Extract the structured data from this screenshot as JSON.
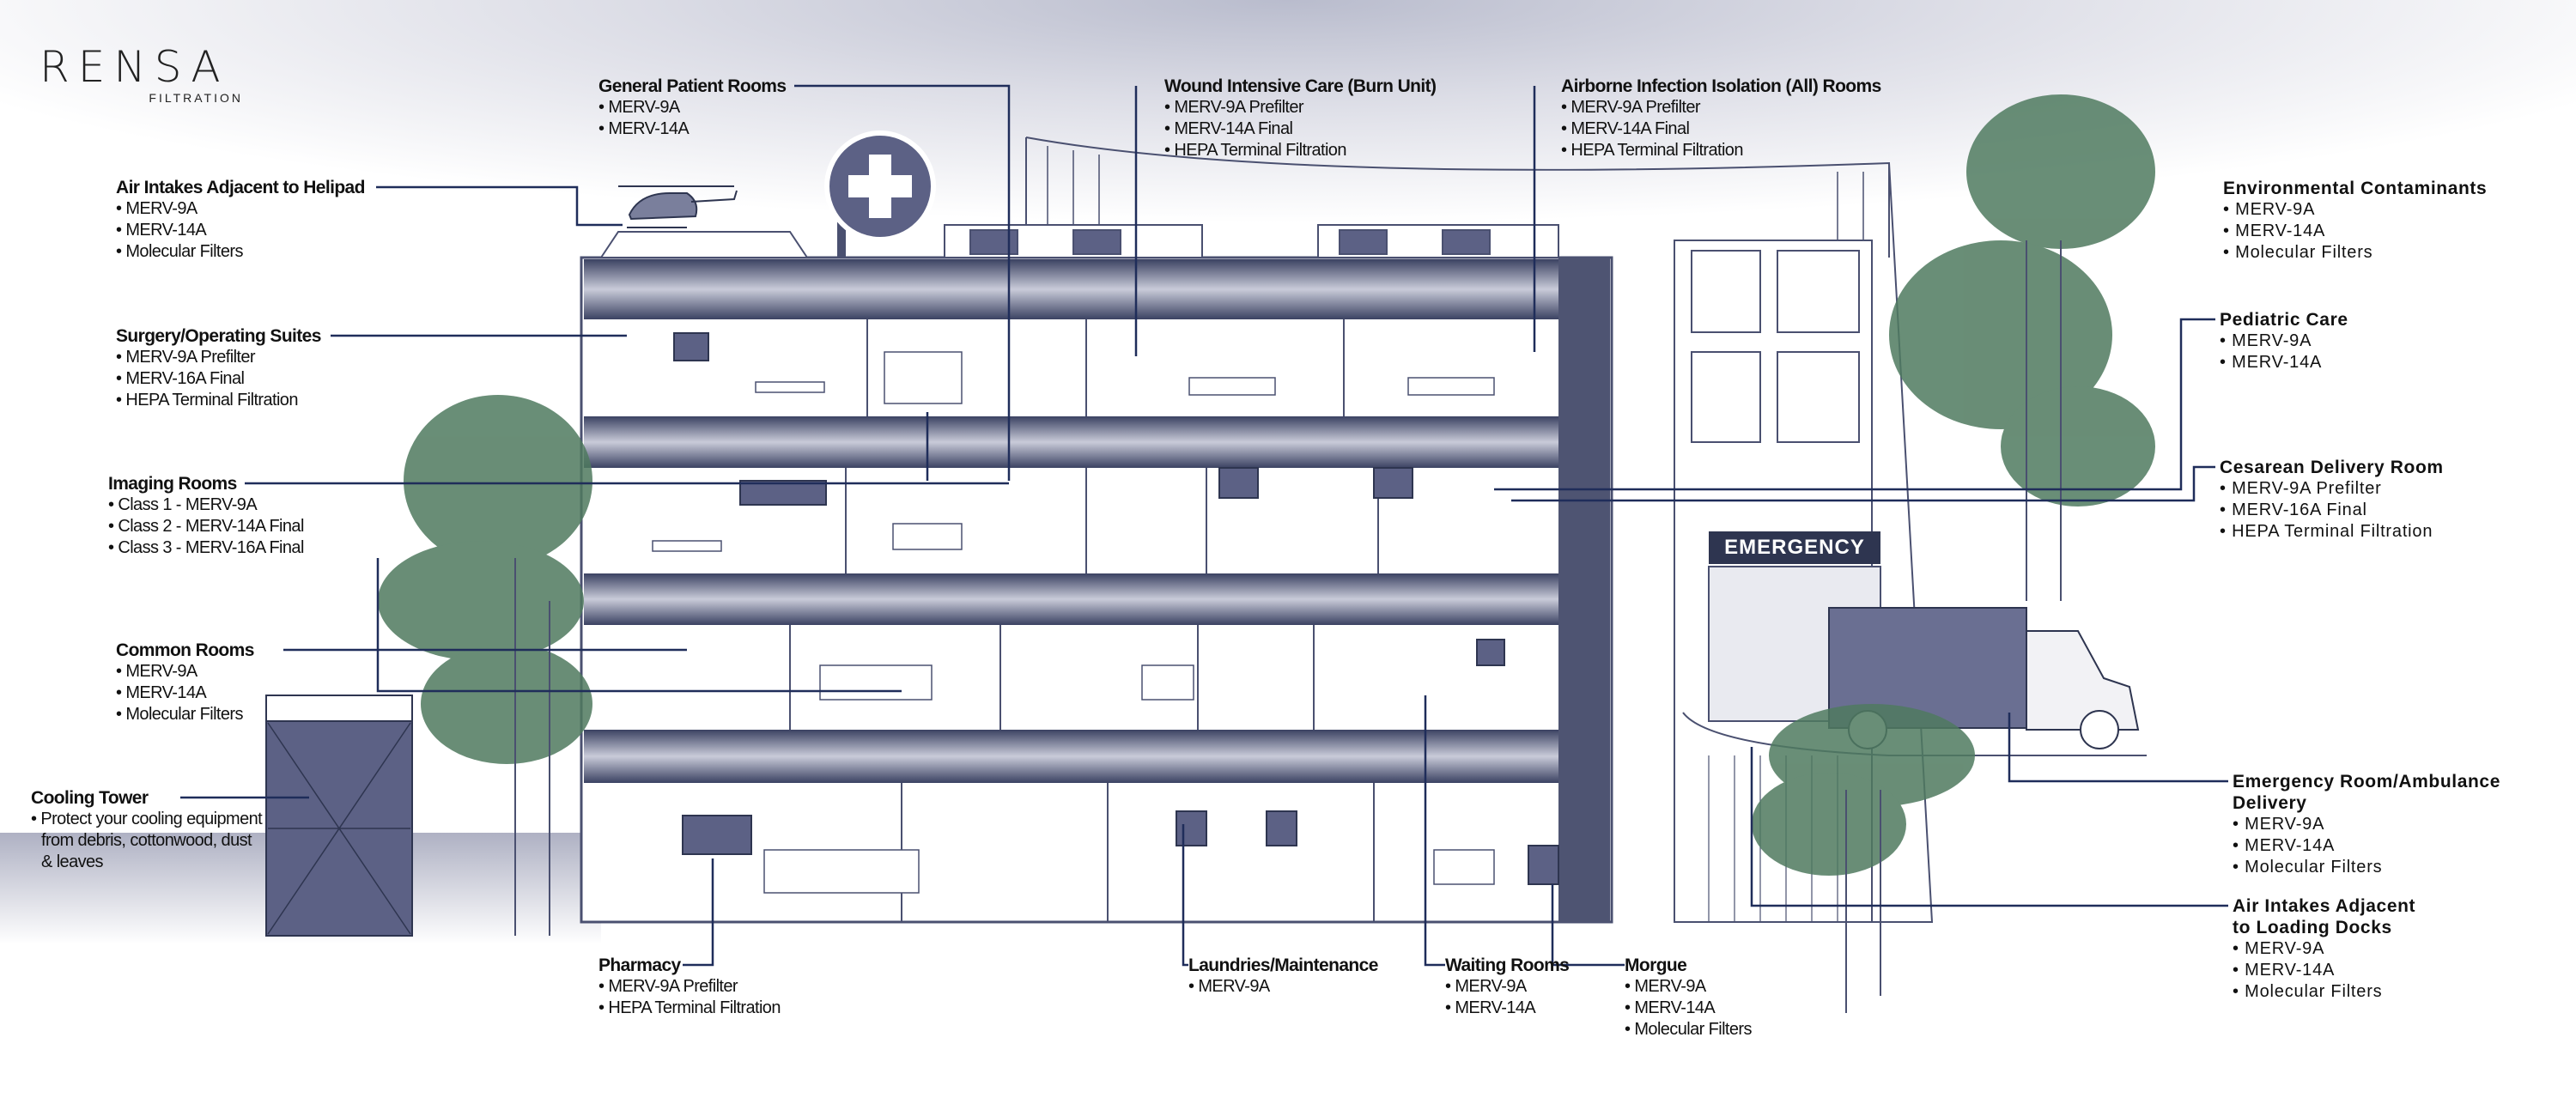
{
  "logo": {
    "word": "RENSA",
    "sub": "FILTRATION"
  },
  "emergency_sign": "EMERGENCY",
  "colors": {
    "leader": "#1f2d5a",
    "building": "#4a5070",
    "filter": "#5c6185",
    "tree": "#4f7a5f"
  },
  "callouts": {
    "general": {
      "title": "General Patient Rooms",
      "items": [
        "MERV-9A",
        "MERV-14A"
      ]
    },
    "wound": {
      "title": "Wound Intensive Care (Burn Unit)",
      "items": [
        "MERV-9A Prefilter",
        "MERV-14A Final",
        "HEPA Terminal Filtration"
      ]
    },
    "airborne": {
      "title": "Airborne Infection Isolation (All) Rooms",
      "items": [
        "MERV-9A Prefilter",
        "MERV-14A Final",
        "HEPA Terminal Filtration"
      ]
    },
    "helipad": {
      "title": "Air Intakes Adjacent to Helipad",
      "items": [
        "MERV-9A",
        "MERV-14A",
        "Molecular Filters"
      ]
    },
    "surgery": {
      "title": "Surgery/Operating Suites",
      "items": [
        "MERV-9A Prefilter",
        "MERV-16A Final",
        "HEPA Terminal Filtration"
      ]
    },
    "imaging": {
      "title": "Imaging Rooms",
      "items": [
        "Class 1 - MERV-9A",
        "Class 2 - MERV-14A Final",
        "Class 3 - MERV-16A Final"
      ]
    },
    "common": {
      "title": "Common Rooms",
      "items": [
        "MERV-9A",
        "MERV-14A",
        "Molecular Filters"
      ]
    },
    "cooling": {
      "title": "Cooling Tower",
      "items": [
        "Protect your cooling equipment from debris, cottonwood, dust & leaves"
      ]
    },
    "pharmacy": {
      "title": "Pharmacy",
      "items": [
        "MERV-9A Prefilter",
        "HEPA Terminal Filtration"
      ]
    },
    "laundries": {
      "title": "Laundries/Maintenance",
      "items": [
        "MERV-9A"
      ]
    },
    "waiting": {
      "title": "Waiting Rooms",
      "items": [
        "MERV-9A",
        "MERV-14A"
      ]
    },
    "morgue": {
      "title": "Morgue",
      "items": [
        "MERV-9A",
        "MERV-14A",
        "Molecular Filters"
      ]
    },
    "env": {
      "title": "Environmental Contaminants",
      "items": [
        "MERV-9A",
        "MERV-14A",
        "Molecular Filters"
      ]
    },
    "pediatric": {
      "title": "Pediatric Care",
      "items": [
        "MERV-9A",
        "MERV-14A"
      ]
    },
    "cesarean": {
      "title": "Cesarean Delivery Room",
      "items": [
        "MERV-9A Prefilter",
        "MERV-16A Final",
        "HEPA Terminal Filtration"
      ]
    },
    "er": {
      "title": "Emergency Room/Ambulance Delivery",
      "items": [
        "MERV-9A",
        "MERV-14A",
        "Molecular Filters"
      ]
    },
    "loading": {
      "title": "Air Intakes Adjacent to Loading Docks",
      "items": [
        "MERV-9A",
        "MERV-14A",
        "Molecular Filters"
      ]
    }
  }
}
